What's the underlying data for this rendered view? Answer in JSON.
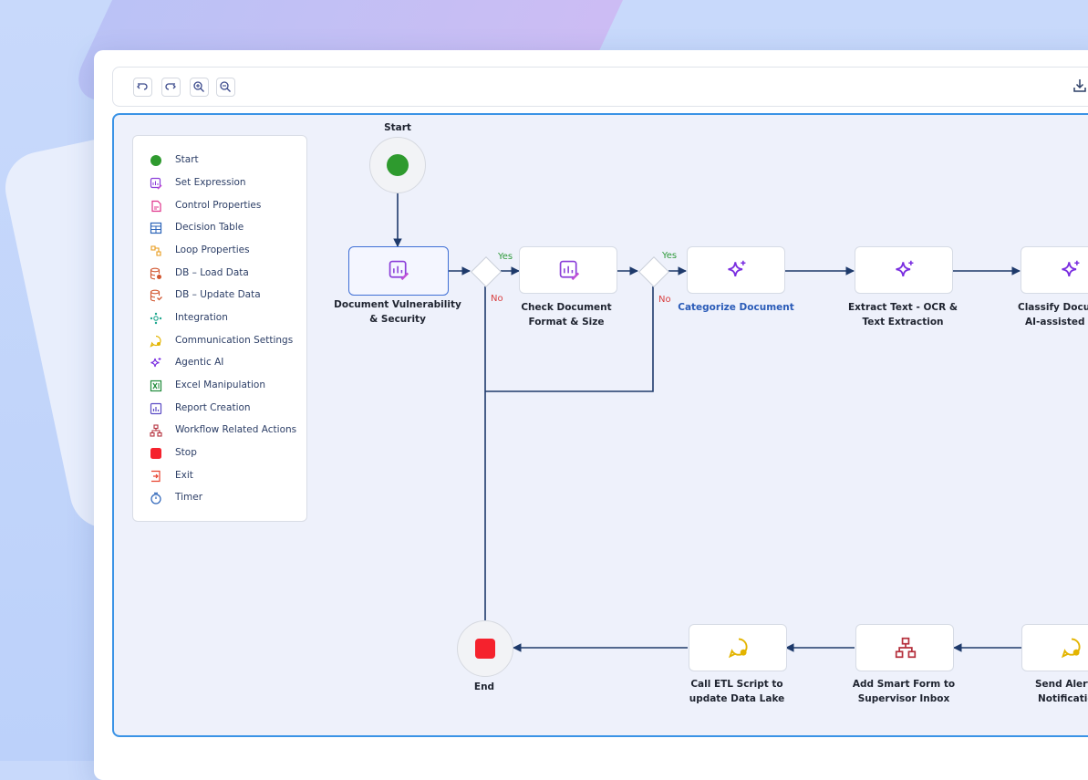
{
  "legend": [
    {
      "icon": "green-dot-icon",
      "label": "Start"
    },
    {
      "icon": "set-expression-icon",
      "label": "Set Expression"
    },
    {
      "icon": "control-properties-icon",
      "label": "Control Properties"
    },
    {
      "icon": "decision-table-icon",
      "label": "Decision Table"
    },
    {
      "icon": "loop-properties-icon",
      "label": "Loop Properties"
    },
    {
      "icon": "db-load-icon",
      "label": "DB – Load Data"
    },
    {
      "icon": "db-update-icon",
      "label": "DB – Update Data"
    },
    {
      "icon": "integration-icon",
      "label": "Integration"
    },
    {
      "icon": "communication-icon",
      "label": "Communication Settings"
    },
    {
      "icon": "agentic-ai-icon",
      "label": "Agentic AI"
    },
    {
      "icon": "excel-icon",
      "label": "Excel Manipulation"
    },
    {
      "icon": "report-icon",
      "label": "Report Creation"
    },
    {
      "icon": "workflow-icon",
      "label": "Workflow Related Actions"
    },
    {
      "icon": "stop-icon",
      "label": "Stop"
    },
    {
      "icon": "exit-icon",
      "label": "Exit"
    },
    {
      "icon": "timer-icon",
      "label": "Timer"
    }
  ],
  "flow": {
    "start_label": "Start",
    "end_label": "End",
    "yes_label": "Yes",
    "no_label": "No",
    "nodes": {
      "vulnerability": {
        "line1": "Document Vulnerability",
        "line2": "& Security"
      },
      "check_format": {
        "line1": "Check Document",
        "line2": "Format & Size"
      },
      "categorize": {
        "line1": "Categorize Document"
      },
      "extract_text": {
        "line1": "Extract Text - OCR &",
        "line2": "Text Extraction"
      },
      "classify": {
        "line1": "Classify Docum",
        "line2": "AI-assisted A"
      },
      "send_alerts": {
        "line1": "Send Alerts",
        "line2": "Notificatio"
      },
      "smart_form": {
        "line1": "Add Smart Form to",
        "line2": "Supervisor Inbox"
      },
      "etl": {
        "line1": "Call ETL Script to",
        "line2": "update Data Lake"
      }
    }
  },
  "colors": {
    "accent": "#3a93e6",
    "connector": "#1e3a6b",
    "start_green": "#2e9a2e",
    "stop_red": "#f5222d",
    "agentic_purple": "#7a2ee0",
    "comm_yellow": "#e3b400",
    "workflow_red": "#b5303c"
  }
}
